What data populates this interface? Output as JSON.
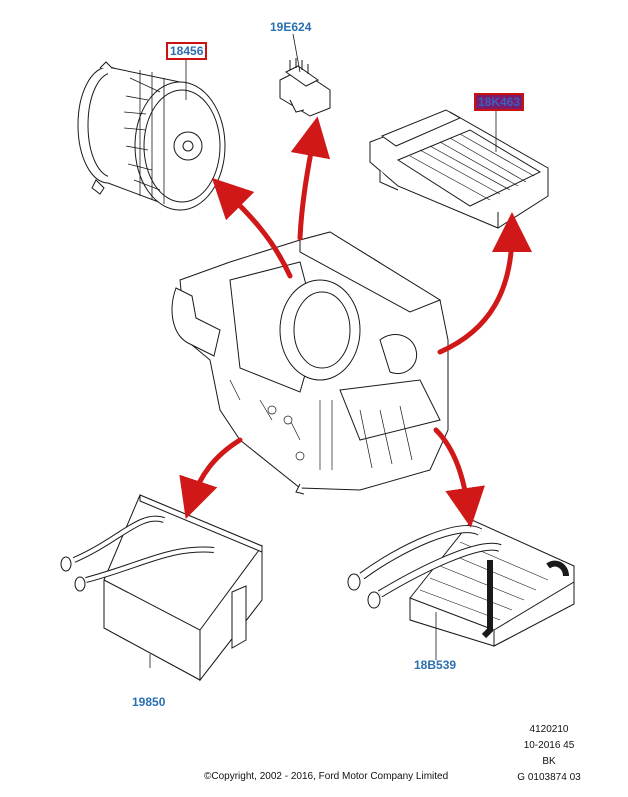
{
  "parts": {
    "blower_motor": {
      "number": "18456"
    },
    "blower_resistor": {
      "number": "19E624"
    },
    "ptc_heater": {
      "number": "18K463"
    },
    "evaporator_core": {
      "number": "19850"
    },
    "heater_core": {
      "number": "18B539"
    }
  },
  "footer": {
    "copyright": "©Copyright, 2002 - 2016, Ford Motor Company Limited",
    "ref_lines": [
      "4120210",
      "10-2016 45",
      "BK",
      "G 0103874 03"
    ]
  },
  "colors": {
    "arrow": "#d01818",
    "label": "#2a6fb0",
    "highlight_box": "#cc1111",
    "line_art": "#1a1a1a"
  }
}
